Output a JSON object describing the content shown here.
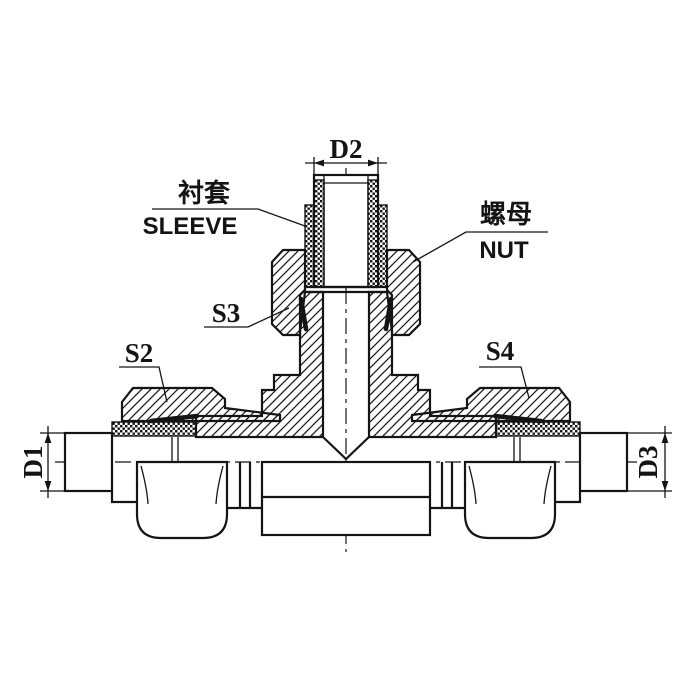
{
  "diagram": {
    "type": "engineering-section-drawing",
    "subject": "branch tee tube fitting with sleeve and nuts, half-section view",
    "background_color": "#ffffff",
    "line_color": "#141414"
  },
  "labels": {
    "dim_top": "D2",
    "dim_left": "D1",
    "dim_right": "D3",
    "wrench_top": "S3",
    "wrench_left": "S2",
    "wrench_right": "S4",
    "sleeve_cn": "衬套",
    "sleeve_en": "SLEEVE",
    "nut_cn": "螺母",
    "nut_en": "NUT"
  }
}
